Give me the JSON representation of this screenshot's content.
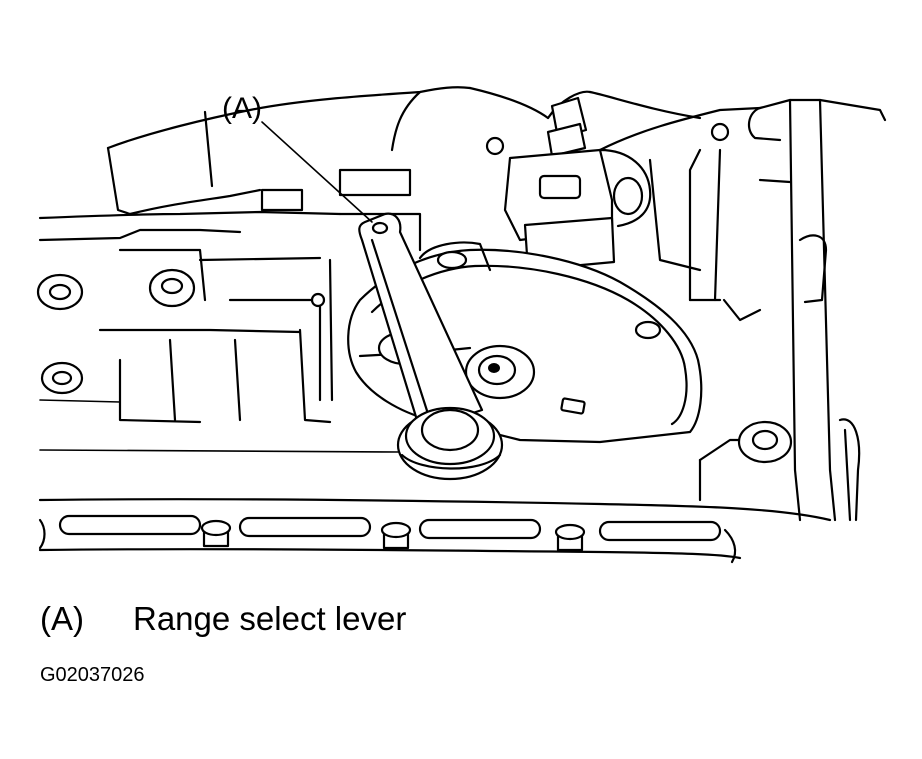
{
  "figure": {
    "callout_label": "(A)",
    "legend": [
      {
        "key": "(A)",
        "text": "Range select lever"
      }
    ],
    "figure_code": "G02037026"
  },
  "parts": [
    "transmission-case",
    "range-select-lever",
    "inhibitor-switch",
    "connector",
    "mounting-bolts"
  ]
}
